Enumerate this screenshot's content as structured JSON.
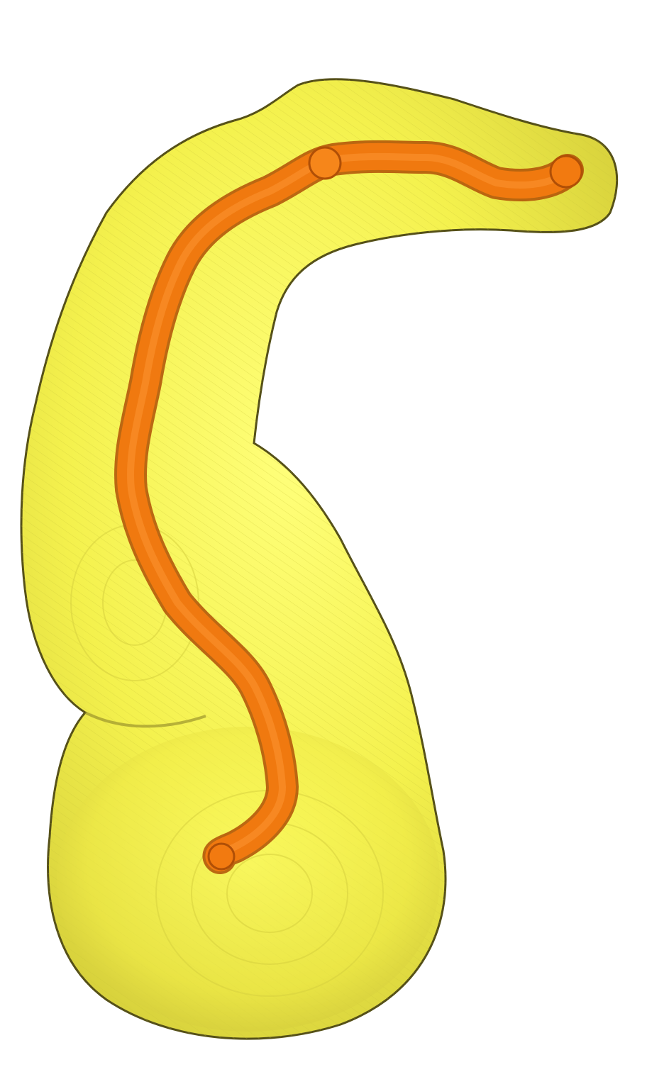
{
  "scene": {
    "background_color": "#ffffff",
    "objects": [
      {
        "name": "yellow-surface",
        "description_label": "",
        "fill_color": "#f2ef4a",
        "highlight_color": "#fbfa66",
        "edge_color": "#5c5a1a",
        "opacity": 1.0
      },
      {
        "name": "orange-centerline",
        "description_label": "",
        "fill_color": "#f07a10",
        "edge_color": "#b14f06",
        "opacity": 0.92
      }
    ]
  }
}
